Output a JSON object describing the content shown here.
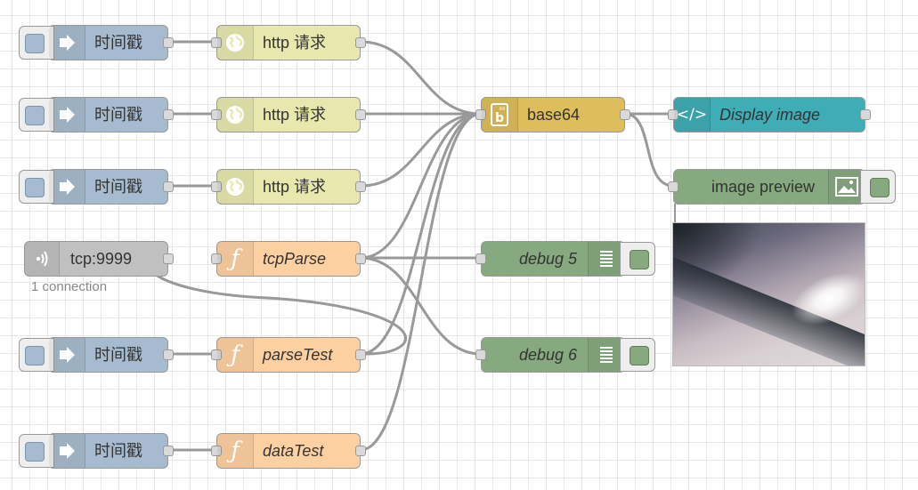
{
  "canvas": {
    "grid_color": "#e6e6e6",
    "wire_color": "#999999"
  },
  "nodes": {
    "inject_1": {
      "label": "时间戳",
      "color": "#a6bbcf",
      "icon": "inject-arrow-icon"
    },
    "inject_2": {
      "label": "时间戳",
      "color": "#a6bbcf",
      "icon": "inject-arrow-icon"
    },
    "inject_3": {
      "label": "时间戳",
      "color": "#a6bbcf",
      "icon": "inject-arrow-icon"
    },
    "inject_4": {
      "label": "时间戳",
      "color": "#a6bbcf",
      "icon": "inject-arrow-icon"
    },
    "inject_5": {
      "label": "时间戳",
      "color": "#a6bbcf",
      "icon": "inject-arrow-icon"
    },
    "http_1": {
      "label": "http 请求",
      "color": "#e7e7ae",
      "icon": "globe-icon"
    },
    "http_2": {
      "label": "http 请求",
      "color": "#e7e7ae",
      "icon": "globe-icon"
    },
    "http_3": {
      "label": "http 请求",
      "color": "#e7e7ae",
      "icon": "globe-icon"
    },
    "tcp_in": {
      "label": "tcp:9999",
      "status": "1 connection",
      "color": "#c0c0c0",
      "icon": "bridge-icon"
    },
    "tcp_parse": {
      "label": "tcpParse",
      "color": "#fdd0a2",
      "icon": "function-icon"
    },
    "parse_test": {
      "label": "parseTest",
      "color": "#fdd0a2",
      "icon": "function-icon"
    },
    "data_test": {
      "label": "dataTest",
      "color": "#fdd0a2",
      "icon": "function-icon"
    },
    "base64": {
      "label": "base64",
      "color": "#debd5c",
      "icon": "base64-icon"
    },
    "debug_5": {
      "label": "debug 5",
      "color": "#87a980",
      "icon": "debug-list-icon"
    },
    "debug_6": {
      "label": "debug 6",
      "color": "#87a980",
      "icon": "debug-list-icon"
    },
    "display_image": {
      "label": "Display image",
      "color": "#3fadb5",
      "icon": "code-icon"
    },
    "image_preview": {
      "label": "image preview",
      "color": "#87a980",
      "icon": "image-icon"
    }
  }
}
